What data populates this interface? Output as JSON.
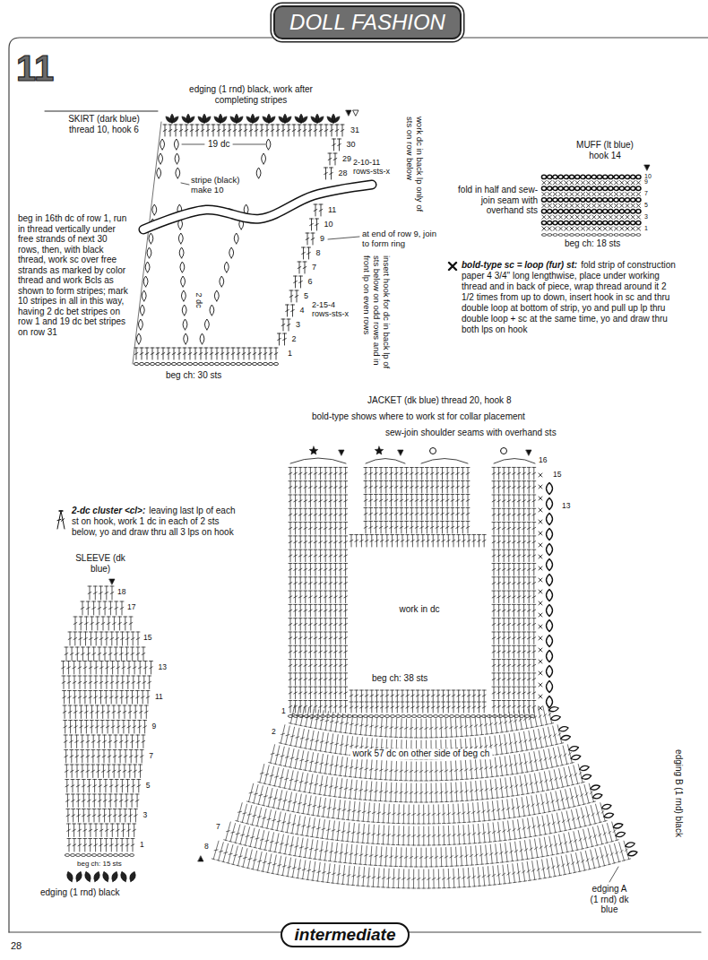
{
  "diagram": {
    "nodes": [
      {
        "text": [
          "DOLL FASHION"
        ]
      },
      {
        "text": [
          "intermediate"
        ]
      }
    ],
    "labels": [
      "11",
      "edging (1 rnd) black, work after completing stripes",
      "SKIRT (dark blue) thread 10, hook 6",
      "19 dc",
      "31",
      "30",
      "29",
      "28",
      "2-10-11 rows-sts-x",
      "work dc in back lp only of sts on row below",
      "stripe (black) make 10",
      "11",
      "10",
      "at end of row 9, join to form ring",
      "9",
      "8",
      "7",
      "6",
      "5",
      "2-15-4 rows-sts-x",
      "4",
      "3",
      "2",
      "1",
      "beg in 16th dc of row 1, run in thread vertically under free strands of next 30 rows, then, with black thread, work sc over free strands as marked by color thread and work Bcls as shown to form stripes; mark 10 stripes in all in this way, having 2 dc bet stripes on row 1 and 19 dc bet stripes on row 31",
      "2 dc",
      "insert hook for dc in back lp of sts below on odd rows and in front lp on even rows",
      "beg ch: 30 sts",
      "MUFF (lt blue) hook 14",
      "10",
      "9",
      "7",
      "5",
      "3",
      "1",
      "fold in half and sew-join seam with overhand sts",
      "beg ch: 18 sts",
      "bold-type sc = loop (fur) st:",
      "fold strip of construction paper 4 3/4\" long lengthwise, place under working thread and in back of piece, wrap thread around it 2 1/2 times from up to down, insert hook in sc and thru double loop at bottom of strip, yo and pull up lp thru double loop + sc at the same time, yo and draw thru both lps on hook",
      "JACKET (dk blue) thread 20, hook 8",
      "bold-type shows where to work st for collar placement",
      "sew-join shoulder seams with overhand sts",
      "2-dc cluster <cl>:",
      "leaving last lp of each st on hook, work 1 dc in each of 2 sts below, yo and draw thru all 3 lps on hook",
      "16",
      "15",
      "13",
      "SLEEVE (dk blue)",
      "18",
      "17",
      "15",
      "13",
      "11",
      "9",
      "7",
      "5",
      "3",
      "1",
      "beg ch: 15 sts",
      "edging (1 rnd) black",
      "work in dc",
      "beg ch: 38 sts",
      "1",
      "2",
      "work 57 dc on other side of beg ch",
      "7",
      "8",
      "edging A (1 rnd) dk blue",
      "edging B (1 rnd) black",
      "28"
    ]
  }
}
